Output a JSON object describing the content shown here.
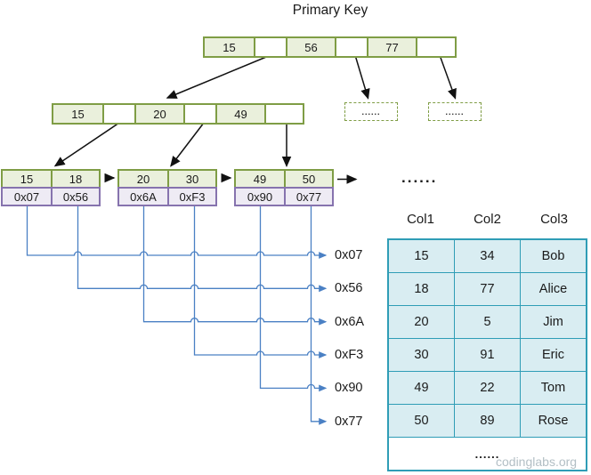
{
  "title": "Primary Key",
  "tree": {
    "root": {
      "keys": [
        "15",
        "56",
        "77"
      ]
    },
    "internal": {
      "keys": [
        "15",
        "20",
        "49"
      ]
    },
    "dashed_nodes": [
      "......",
      "......"
    ],
    "leaf_nodes": [
      {
        "keys": [
          "15",
          "18"
        ],
        "pointers": [
          "0x07",
          "0x56"
        ]
      },
      {
        "keys": [
          "20",
          "30"
        ],
        "pointers": [
          "0x6A",
          "0xF3"
        ]
      },
      {
        "keys": [
          "49",
          "50"
        ],
        "pointers": [
          "0x90",
          "0x77"
        ]
      }
    ],
    "leaf_chain_ellipsis": "......"
  },
  "pointer_labels": [
    "0x07",
    "0x56",
    "0x6A",
    "0xF3",
    "0x90",
    "0x77"
  ],
  "table": {
    "headers": [
      "Col1",
      "Col2",
      "Col3"
    ],
    "rows": [
      [
        "15",
        "34",
        "Bob"
      ],
      [
        "18",
        "77",
        "Alice"
      ],
      [
        "20",
        "5",
        "Jim"
      ],
      [
        "30",
        "91",
        "Eric"
      ],
      [
        "49",
        "22",
        "Tom"
      ],
      [
        "50",
        "89",
        "Rose"
      ]
    ],
    "ellipsis_row": "......"
  },
  "watermark": "codinglabs.org",
  "colors": {
    "green-border": "#7f9d45",
    "green-fill": "#eaf0dc",
    "purple-border": "#8673ae",
    "purple-fill": "#eeebf4",
    "table-border": "#2f9db6",
    "table-fill": "#d9edf2",
    "link-blue": "#4a80c4",
    "arrow-black": "#111111",
    "watermark": "#b3bfc5"
  }
}
